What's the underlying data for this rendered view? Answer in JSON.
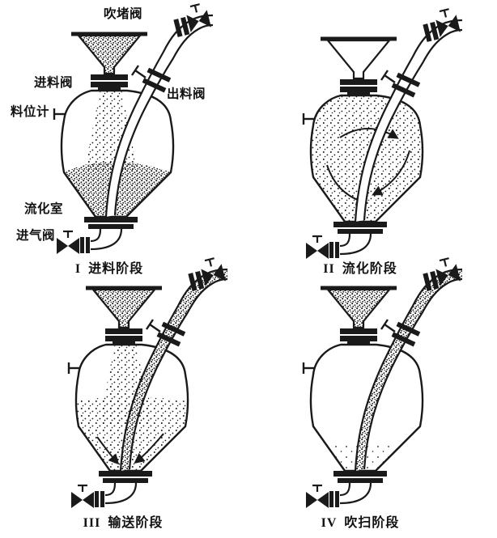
{
  "figure": {
    "background": "#ffffff",
    "ink_color": "#1a1a1a",
    "labels": {
      "blow_plug_valve": "吹堵阀",
      "feed_valve": "进料阀",
      "level_gauge": "料位计",
      "discharge_valve": "出料阀",
      "fluidization_chamber": "流化室",
      "air_inlet_valve": "进气阀"
    },
    "stages": [
      {
        "numeral": "I",
        "name": "进料阶段"
      },
      {
        "numeral": "II",
        "name": "流化阶段"
      },
      {
        "numeral": "III",
        "name": "输送阶段"
      },
      {
        "numeral": "IV",
        "name": "吹扫阶段"
      }
    ]
  }
}
